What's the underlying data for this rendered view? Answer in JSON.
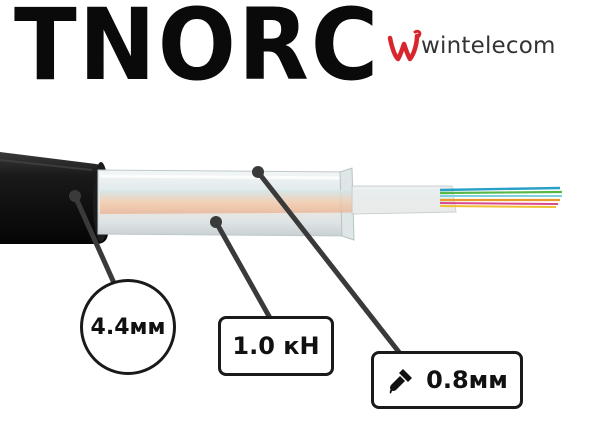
{
  "title": "TNORC",
  "brand": {
    "name": "wintelecom",
    "logo_icon": "wintelecom-w-logo",
    "logo_color": "#d7262d"
  },
  "callouts": {
    "outer_diameter": "4.4мм",
    "tensile_strength": "1.0 кН",
    "tube_wall": "0.8мм",
    "tube_wall_icon": "dropper-icon"
  },
  "colors": {
    "jacket": "#141414",
    "tube": "#e6eef0",
    "callout_border": "#1a1a1a",
    "fiber_colors": [
      "#2aa0c8",
      "#57b84a",
      "#e89a2c",
      "#d94a8c",
      "#f0c030"
    ]
  }
}
